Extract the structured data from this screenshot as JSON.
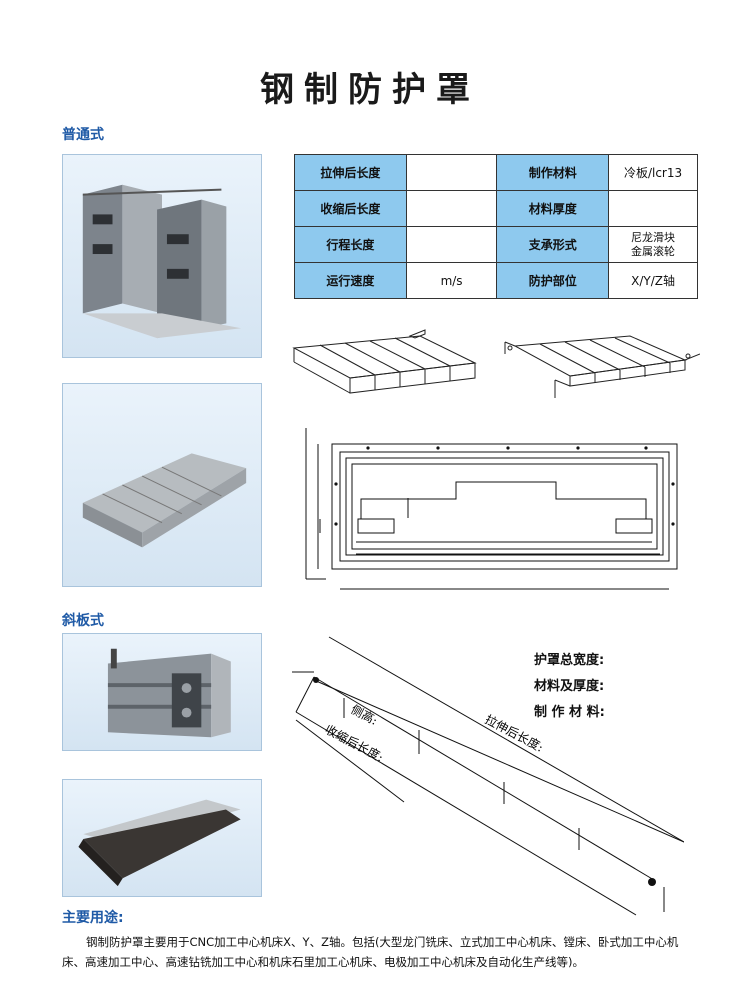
{
  "title": "钢制防护罩",
  "sections": {
    "normal": "普通式",
    "inclined": "斜板式"
  },
  "spec_table": {
    "rows": [
      {
        "label1": "拉伸后长度",
        "value1": "",
        "label2": "制作材料",
        "value2": "冷板/lcr13"
      },
      {
        "label1": "收缩后长度",
        "value1": "",
        "label2": "材料厚度",
        "value2": ""
      },
      {
        "label1": "行程长度",
        "value1": "",
        "label2": "支承形式",
        "value2_line1": "尼龙滑块",
        "value2_line2": "金属滚轮"
      },
      {
        "label1": "运行速度",
        "value1": "m/s",
        "label2": "防护部位",
        "value2": "X/Y/Z轴"
      }
    ]
  },
  "drawing_labels": {
    "side_height": "侧高:",
    "retracted_length": "收缩后长度:",
    "extended_length": "拉伸后长度:"
  },
  "spec_list": [
    "护罩总宽度:",
    "材料及厚度:",
    "制 作 材 料:"
  ],
  "usage": {
    "title": "主要用途:",
    "text": "钢制防护罩主要用于CNC加工中心机床X、Y、Z轴。包括(大型龙门铣床、立式加工中心机床、镗床、卧式加工中心机床、高速加工中心、高速钻铣加工中心和机床石里加工心机床、电极加工中心机床及自动化生产线等)。"
  },
  "colors": {
    "header_cell": "#8ec9ee",
    "section_label": "#1f5aa6"
  }
}
